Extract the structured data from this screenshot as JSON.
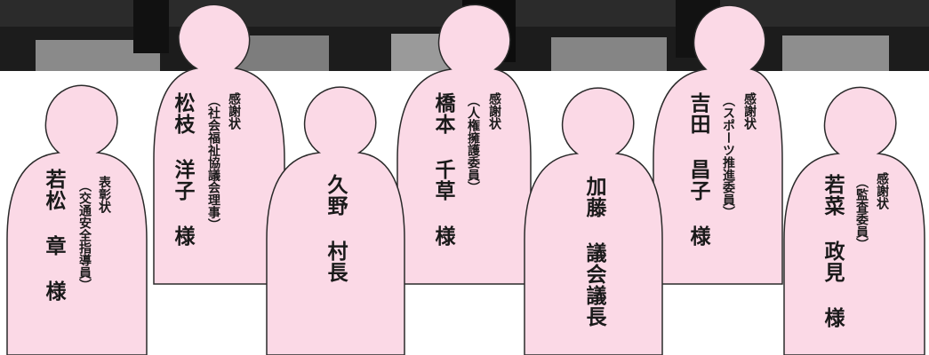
{
  "colors": {
    "figure_fill": "#fbd9e6",
    "figure_stroke": "#2a2a2a",
    "photo": "#1a1a1a"
  },
  "people": [
    {
      "award": "表彰状",
      "role": "（交通安全指導員）",
      "name": "若松 章 様"
    },
    {
      "award": "感謝状",
      "role": "（社会福祉協議会理事）",
      "name": "松枝 洋子 様"
    },
    {
      "award": "",
      "role": "",
      "name": "久野 村長"
    },
    {
      "award": "感謝状",
      "role": "（人権擁護委員）",
      "name": "橋本 千草 様"
    },
    {
      "award": "",
      "role": "",
      "name": "加藤 議会議長"
    },
    {
      "award": "感謝状",
      "role": "（スポーツ推進委員）",
      "name": "吉田 昌子 様"
    },
    {
      "award": "感謝状",
      "role": "（監査委員）",
      "name": "若菜 政見 様"
    }
  ]
}
